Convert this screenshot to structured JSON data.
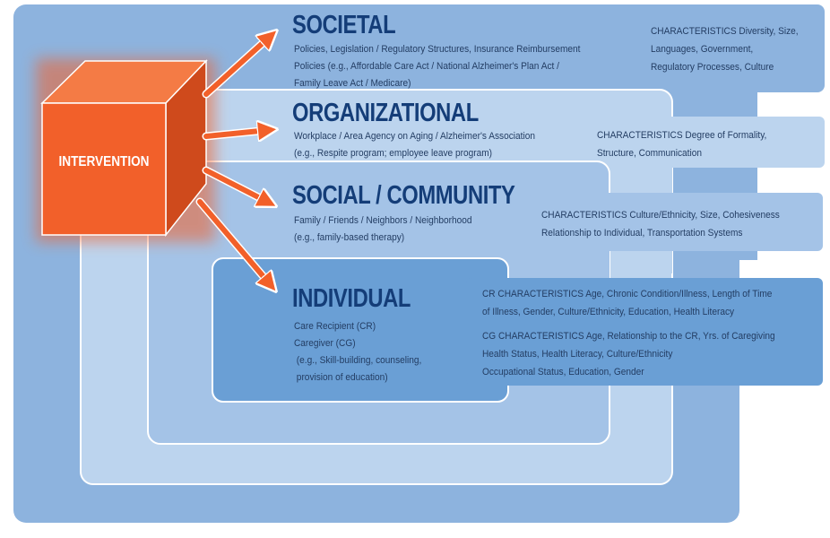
{
  "colors": {
    "societal": "#8db3de",
    "organizational": "#bcd4ee",
    "social": "#a4c3e7",
    "individual": "#6a9fd5",
    "intervention": "#f2602a",
    "heading": "#143d78"
  },
  "intervention": {
    "label": "INTERVENTION"
  },
  "levels": [
    {
      "title": "SOCIETAL",
      "description": [
        "Policies, Legislation / Regulatory Structures, Insurance Reimbursement",
        "Policies (e.g., Affordable Care Act / National Alzheimer's Plan Act /",
        "Family Leave Act / Medicare)"
      ],
      "characteristics": [
        "CHARACTERISTICS Diversity, Size,",
        "Languages, Government,",
        "Regulatory Processes, Culture"
      ]
    },
    {
      "title": "ORGANIZATIONAL",
      "description": [
        "Workplace / Area Agency on Aging / Alzheimer's Association",
        "(e.g., Respite program; employee leave program)"
      ],
      "characteristics": [
        "CHARACTERISTICS Degree of Formality,",
        "Structure, Communication"
      ]
    },
    {
      "title": "SOCIAL / COMMUNITY",
      "description": [
        "Family / Friends / Neighbors / Neighborhood",
        "(e.g., family-based therapy)"
      ],
      "characteristics": [
        "CHARACTERISTICS Culture/Ethnicity, Size, Cohesiveness",
        "Relationship to Individual, Transportation Systems"
      ]
    },
    {
      "title": "INDIVIDUAL",
      "description": [
        "Care Recipient (CR)",
        "Caregiver (CG)",
        " (e.g., Skill-building, counseling,",
        " provision of education)"
      ],
      "characteristics": [
        "CR CHARACTERISTICS Age, Chronic Condition/Illness, Length of Time",
        "of Illness, Gender, Culture/Ethnicity, Education, Health Literacy",
        "CG CHARACTERISTICS Age, Relationship to the CR, Yrs. of Caregiving",
        "Health Status, Health Literacy, Culture/Ethnicity",
        "Occupational Status, Education, Gender"
      ]
    }
  ]
}
